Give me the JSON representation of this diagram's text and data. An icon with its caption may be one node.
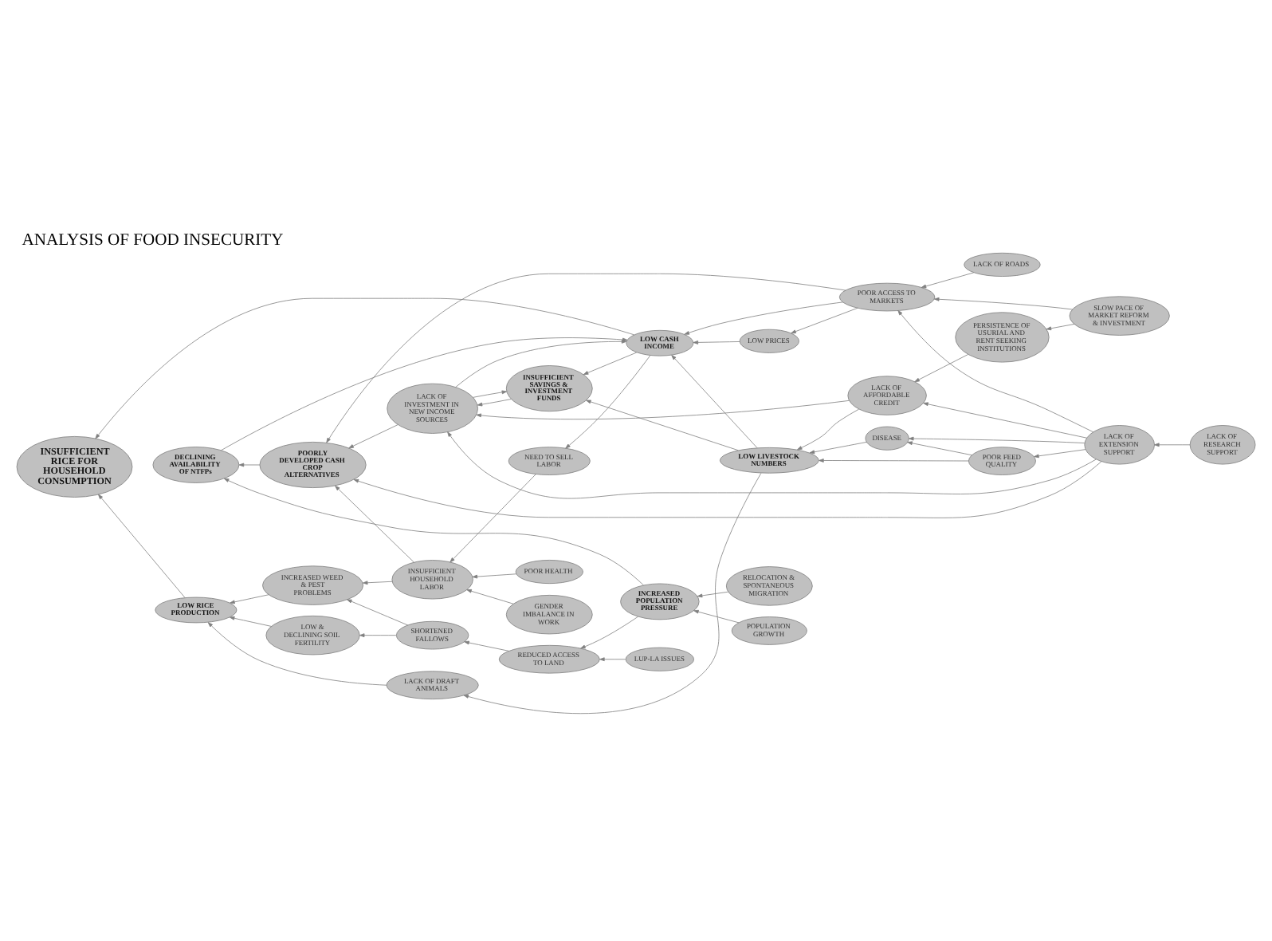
{
  "diagram": {
    "title": "ANALYSIS OF FOOD INSECURITY",
    "nodes": [
      {
        "text": [
          "LUP-LA ISSUES"
        ]
      },
      {
        "text": [
          "RELOCATION & SPONTANEOUS MIGRATION"
        ]
      },
      {
        "text": [
          "LOW & DECLINING SOIL FERTILITY"
        ]
      },
      {
        "text": [
          "SHORTENED FALLOWS"
        ]
      },
      {
        "text": [
          "REDUCED ACCESS TO LAND"
        ]
      },
      {
        "text": [
          "INCREASED POPULATION PRESSURE"
        ]
      },
      {
        "text": [
          "LOW RICE PRODUCTION"
        ]
      },
      {
        "text": [
          "INCREASED WEED & PEST PROBLEMS"
        ]
      },
      {
        "text": [
          "INSUFFICIENT HOUSEHOLD LABOR"
        ]
      },
      {
        "text": [
          "POOR HEALTH"
        ]
      },
      {
        "text": [
          "INSUFFICIENT RICE FOR HOUSEHOLD CONSUMPTION"
        ]
      },
      {
        "text": [
          "LACK OF DRAFT ANIMALS"
        ]
      },
      {
        "text": [
          "NEED TO SELL LABOR"
        ]
      },
      {
        "text": [
          "DECLINING AVAILABILITY OF NTFPs"
        ]
      },
      {
        "text": [
          "GENDER IMBALANCE IN WORK"
        ]
      },
      {
        "text": [
          "POPULATION GROWTH"
        ]
      },
      {
        "text": [
          "LOW CASH INCOME"
        ]
      },
      {
        "text": [
          "LOW PRICES"
        ]
      },
      {
        "text": [
          "LACK OF ROADS"
        ]
      },
      {
        "text": [
          "POORLY DEVELOPED CASH CROP ALTERNATIVES"
        ]
      },
      {
        "text": [
          "POOR ACCESS TO MARKETS"
        ]
      },
      {
        "text": [
          "INSUFFICIENT SAVINGS & INVESTMENT FUNDS"
        ]
      },
      {
        "text": [
          "LOW LIVESTOCK NUMBERS"
        ]
      },
      {
        "text": [
          "POOR FEED QUALITY"
        ]
      },
      {
        "text": [
          "SLOW PACE OF MARKET REFORM & INVESTMENT"
        ]
      },
      {
        "text": [
          "LACK OF EXTENSION SUPPORT"
        ]
      },
      {
        "text": [
          "DISEASE"
        ]
      },
      {
        "text": [
          "LACK OF RESEARCH SUPPORT"
        ]
      },
      {
        "text": [
          "LACK OF INVESTMENT IN NEW INCOME SOURCES"
        ]
      },
      {
        "text": [
          "LACK OF AFFORDABLE CREDIT"
        ]
      },
      {
        "text": [
          "PERSISTENCE OF USURIAL AND RENT SEEKING INSTITUTIONS"
        ]
      }
    ],
    "edges": [
      {
        "from": 0,
        "to": 4,
        "arrow": "to"
      },
      {
        "from": 1,
        "to": 5,
        "arrow": "to"
      },
      {
        "from": 4,
        "to": 3,
        "arrow": "to"
      },
      {
        "from": 5,
        "to": 4,
        "arrow": "to"
      },
      {
        "from": 3,
        "to": 2,
        "arrow": "to"
      },
      {
        "from": 3,
        "to": 7,
        "arrow": "to"
      },
      {
        "from": 2,
        "to": 6,
        "arrow": "to"
      },
      {
        "from": 7,
        "to": 6,
        "arrow": "to"
      },
      {
        "from": 6,
        "to": 10,
        "arrow": "to"
      },
      {
        "from": 9,
        "to": 8,
        "arrow": "to"
      },
      {
        "from": 8,
        "to": 7,
        "arrow": "to"
      },
      {
        "from": 14,
        "to": 8,
        "arrow": "to"
      },
      {
        "from": 12,
        "to": 8,
        "arrow": "to"
      },
      {
        "from": 15,
        "to": 5,
        "arrow": "to"
      },
      {
        "from": 5,
        "to": 13,
        "arrow": "to"
      },
      {
        "from": 8,
        "to": 19,
        "arrow": "to"
      },
      {
        "from": 19,
        "to": 13,
        "arrow": "to"
      },
      {
        "from": 11,
        "to": 6,
        "arrow": "to"
      },
      {
        "from": 22,
        "to": 11,
        "arrow": "to"
      },
      {
        "from": 16,
        "to": 10,
        "arrow": "to"
      },
      {
        "from": 16,
        "to": 12,
        "arrow": "to"
      },
      {
        "from": 13,
        "to": 16,
        "arrow": "to"
      },
      {
        "from": 17,
        "to": 16,
        "arrow": "to"
      },
      {
        "from": 20,
        "to": 16,
        "arrow": "to"
      },
      {
        "from": 20,
        "to": 17,
        "arrow": "to"
      },
      {
        "from": 20,
        "to": 19,
        "arrow": "to"
      },
      {
        "from": 18,
        "to": 20,
        "arrow": "to"
      },
      {
        "from": 24,
        "to": 20,
        "arrow": "to"
      },
      {
        "from": 25,
        "to": 20,
        "arrow": "to"
      },
      {
        "from": 25,
        "to": 19,
        "arrow": "to"
      },
      {
        "from": 16,
        "to": 21,
        "arrow": "to"
      },
      {
        "from": 22,
        "to": 16,
        "arrow": "to"
      },
      {
        "from": 28,
        "to": 16,
        "arrow": "to"
      },
      {
        "from": 22,
        "to": 21,
        "arrow": "to"
      },
      {
        "from": 21,
        "to": 28,
        "arrow": "to"
      },
      {
        "from": 28,
        "to": 21,
        "arrow": "to"
      },
      {
        "from": 28,
        "to": 19,
        "arrow": "to"
      },
      {
        "from": 23,
        "to": 22,
        "arrow": "to"
      },
      {
        "from": 23,
        "to": 26,
        "arrow": "to"
      },
      {
        "from": 26,
        "to": 22,
        "arrow": "to"
      },
      {
        "from": 25,
        "to": 23,
        "arrow": "to"
      },
      {
        "from": 25,
        "to": 26,
        "arrow": "to"
      },
      {
        "from": 25,
        "to": 28,
        "arrow": "to"
      },
      {
        "from": 25,
        "to": 29,
        "arrow": "to"
      },
      {
        "from": 27,
        "to": 25,
        "arrow": "to"
      },
      {
        "from": 24,
        "to": 30,
        "arrow": "to"
      },
      {
        "from": 30,
        "to": 29,
        "arrow": "to"
      },
      {
        "from": 29,
        "to": 22,
        "arrow": "to"
      },
      {
        "from": 29,
        "to": 28,
        "arrow": "to"
      }
    ]
  }
}
